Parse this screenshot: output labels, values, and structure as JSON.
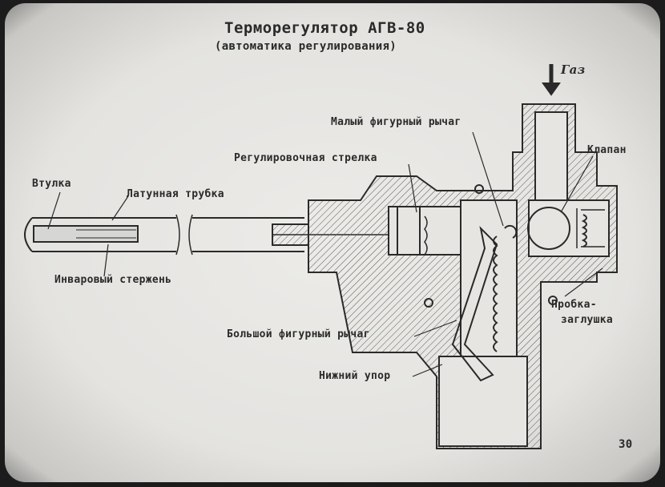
{
  "title": "Терморегулятор АГВ-80",
  "subtitle": "(автоматика регулирования)",
  "gas_label": "Газ",
  "labels": {
    "small_lever": "Малый фигурный рычаг",
    "valve": "Клапан",
    "adjust_arrow": "Регулировочная стрелка",
    "bushing": "Втулка",
    "brass_tube": "Латунная трубка",
    "invar_rod": "Инваровый стержень",
    "plug_1": "Пробка-",
    "plug_2": "заглушка",
    "large_lever": "Большой фигурный рычаг",
    "lower_stop": "Нижний упор"
  },
  "page_number": "30"
}
